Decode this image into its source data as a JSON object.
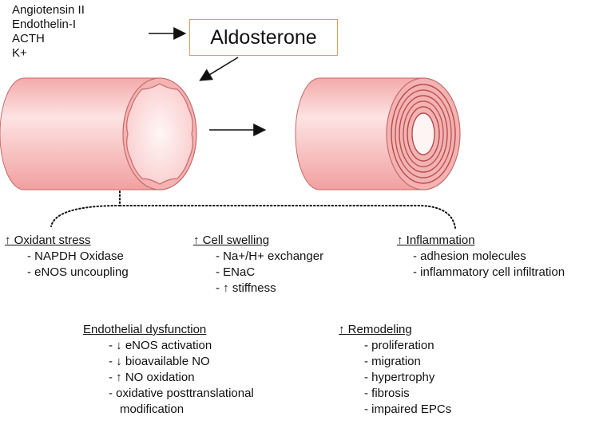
{
  "stimuli": [
    "Angiotensin II",
    "Endothelin-I",
    "ACTH",
    "K+"
  ],
  "center": {
    "label": "Aldosterone"
  },
  "colors": {
    "vessel": "#f6b8b8",
    "vessel_edge": "#c86a6a",
    "box_border": "#d8a060"
  },
  "effects": {
    "oxidant": {
      "title": "↑ Oxidant stress",
      "items": [
        "- NAPDH Oxidase",
        "- eNOS uncoupling"
      ]
    },
    "swelling": {
      "title": "↑ Cell swelling",
      "items": [
        "- Na+/H+ exchanger",
        "- ENaC",
        "- ↑ stiffness"
      ]
    },
    "inflammation": {
      "title": "↑ Inflammation",
      "items": [
        "- adhesion molecules",
        "- inflammatory cell infiltration"
      ]
    },
    "endothelial": {
      "title": "Endothelial dysfunction",
      "items": [
        "- ↓ eNOS activation",
        "- ↓ bioavailable NO",
        "- ↑ NO oxidation",
        "- oxidative posttranslational",
        "modification"
      ]
    },
    "remodeling": {
      "title": "↑ Remodeling",
      "items": [
        "- proliferation",
        "- migration",
        "- hypertrophy",
        "- fibrosis",
        "- impaired EPCs"
      ]
    }
  }
}
